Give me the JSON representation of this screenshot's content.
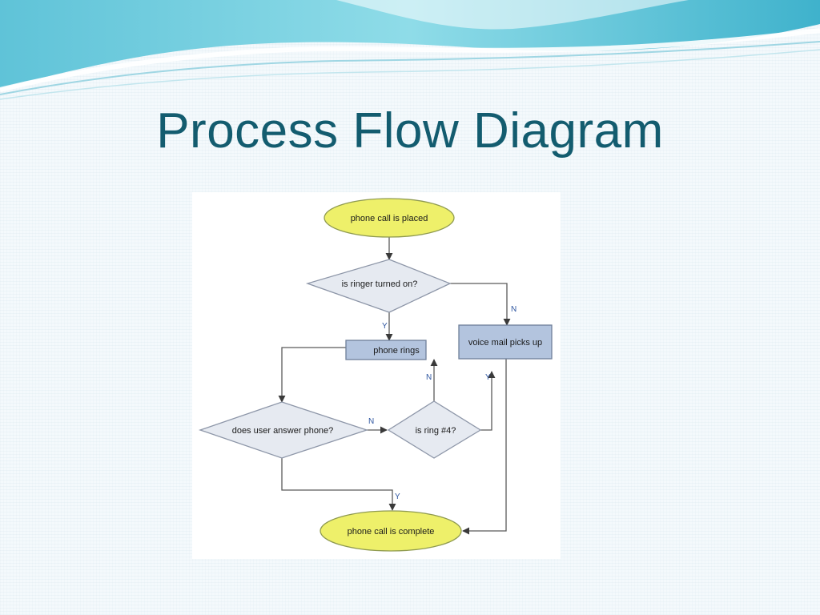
{
  "slide": {
    "title": "Process Flow Diagram"
  },
  "diagram": {
    "nodes": {
      "start": "phone call is placed",
      "ringer_decision": "is ringer turned on?",
      "phone_rings": "phone rings",
      "voicemail": "voice mail picks up",
      "answer_decision": "does user answer phone?",
      "ring4_decision": "is ring #4?",
      "end": "phone call is complete"
    },
    "edge_labels": {
      "ringer_yes": "Y",
      "ringer_no": "N",
      "answer_no": "N",
      "answer_yes": "Y",
      "ring4_no": "N",
      "ring4_yes": "Y"
    }
  },
  "colors": {
    "title": "#135c6f",
    "terminal_fill": "#eef06a",
    "decision_fill": "#e6eaf1",
    "process_fill": "#b3c4de",
    "edge_label": "#2f56a0"
  }
}
